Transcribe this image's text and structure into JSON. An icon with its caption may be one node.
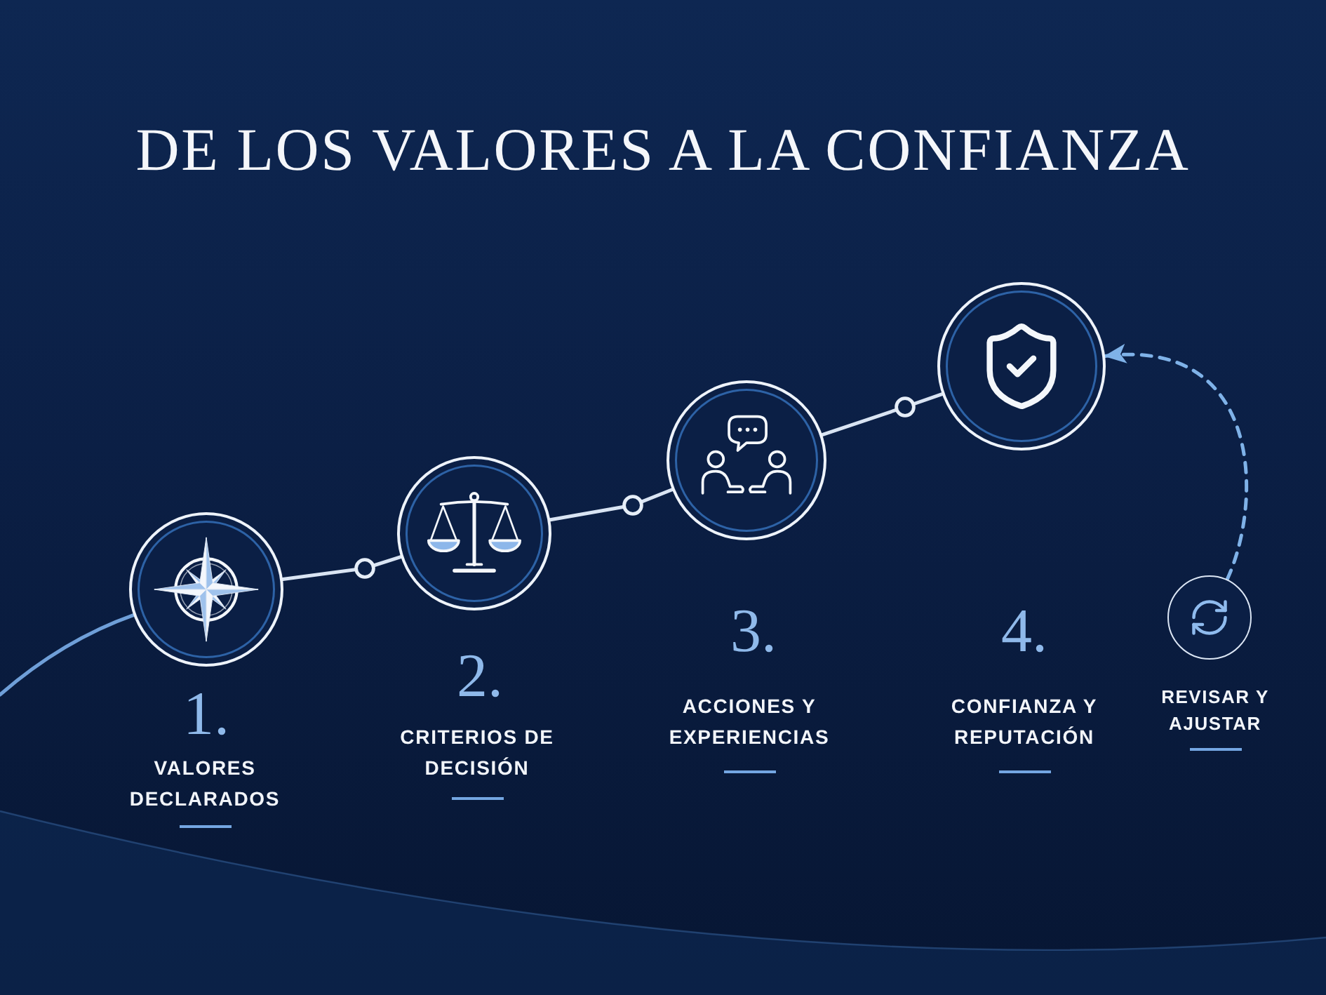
{
  "diagram": {
    "title": "DE LOS VALORES A LA CONFIANZA",
    "nodes": [
      {
        "text": [],
        "shape": "circle",
        "beside": [
          "1.",
          "VALORES DECLARADOS"
        ]
      },
      {
        "text": [],
        "shape": "circle",
        "beside": [
          "2.",
          "CRITERIOS DE DECISIÓN"
        ]
      },
      {
        "text": [],
        "shape": "circle",
        "beside": [
          "3.",
          "ACCIONES Y EXPERIENCIAS"
        ]
      },
      {
        "text": [],
        "shape": "circle",
        "beside": [
          "4.",
          "CONFIANZA Y REPUTACIÓN"
        ]
      },
      {
        "text": [],
        "shape": "circle",
        "beside": [
          "REVISAR Y AJUSTAR"
        ]
      }
    ],
    "edges": [
      {
        "from": null,
        "to": 0,
        "arrow": "none",
        "color": "#6f9fd8"
      },
      {
        "from": 0,
        "to": 1,
        "arrow": "none"
      },
      {
        "from": 1,
        "to": 2,
        "arrow": "none"
      },
      {
        "from": 2,
        "to": 3,
        "arrow": "none"
      },
      {
        "from": 4,
        "to": 3,
        "arrow": "to",
        "style": "dashed",
        "color": "#7fb2e8"
      }
    ]
  }
}
